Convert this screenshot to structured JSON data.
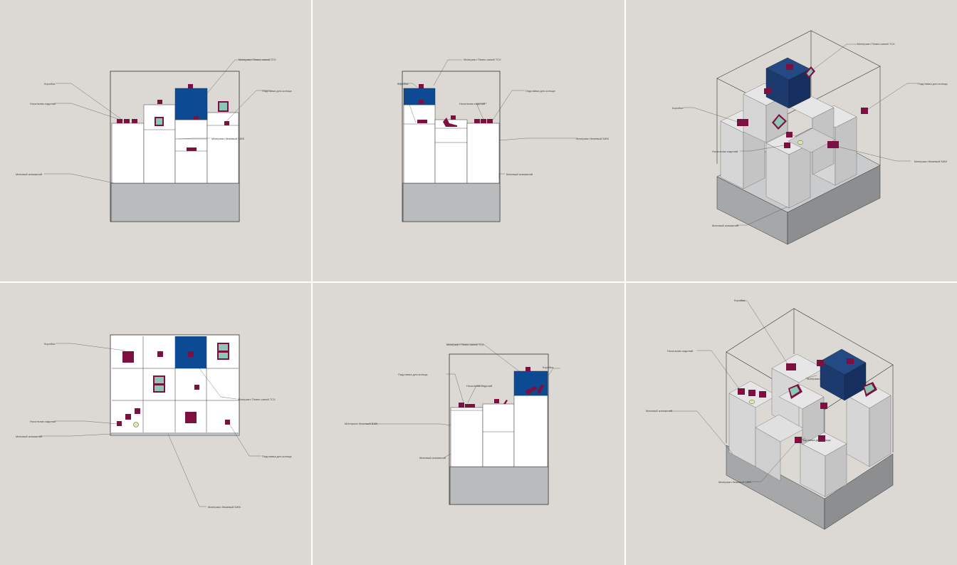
{
  "labels": {
    "box": "Коробка",
    "jewelry_carrier": "Носильник изделий",
    "ring_stand": "Подставка для кольца",
    "dark_blue_material": "Материал Тёмно-синий ТСХ",
    "beige_material": "Материал бежевый БЖК",
    "beige_material_alt": "МАтериал бежевый БЖК",
    "matte_aluminum": "Матовый алюминий",
    "material_short": "Материал",
    "ring_stand_short": "Подставка для кольца"
  },
  "colors": {
    "background": "#dcd9d4",
    "white_block": "#ffffff",
    "dark_blue": "#0d4a94",
    "navy_iso": "#1d3a6e",
    "burgundy": "#7d1040",
    "mint": "#8cc7b6",
    "aluminum": "#b9bbbc",
    "aluminum_dark": "#8c8e90",
    "iso_light": "#e6e6e6",
    "iso_mid": "#cfcfcf",
    "iso_dark": "#b5b5b5",
    "line": "#333333"
  },
  "panels": [
    {
      "name": "front-elevation-1",
      "view": "elevation"
    },
    {
      "name": "front-elevation-2",
      "view": "elevation"
    },
    {
      "name": "isometric-view-1",
      "view": "isometric"
    },
    {
      "name": "top-plan-view",
      "view": "plan"
    },
    {
      "name": "side-elevation",
      "view": "elevation"
    },
    {
      "name": "isometric-view-2",
      "view": "isometric"
    }
  ]
}
